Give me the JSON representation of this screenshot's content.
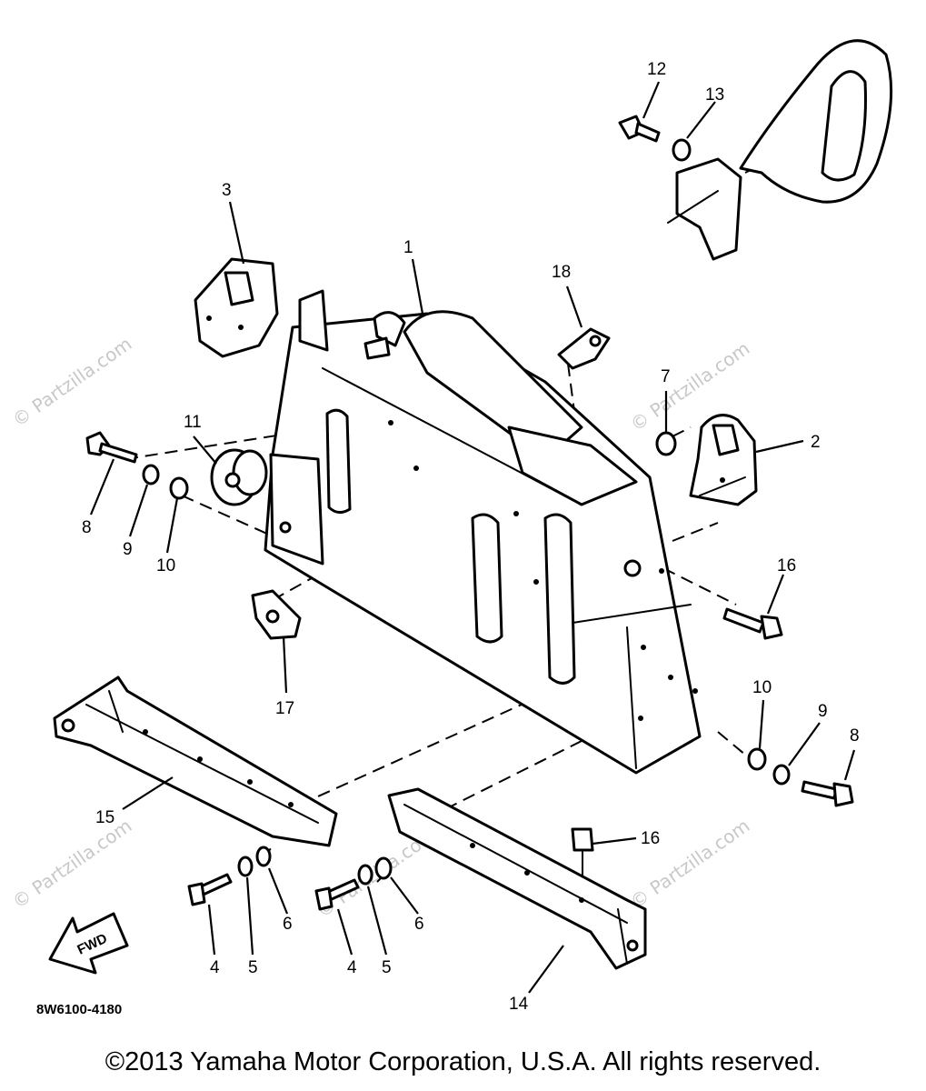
{
  "diagram_code": "8W6100-4180",
  "fwd_label": "FWD",
  "copyright": "©2013  Yamaha Motor Corporation, U.S.A. All rights reserved.",
  "watermark": "© Partzilla.com",
  "callouts": [
    "1",
    "2",
    "3",
    "4",
    "4",
    "5",
    "5",
    "6",
    "6",
    "7",
    "8",
    "8",
    "9",
    "9",
    "10",
    "10",
    "11",
    "12",
    "13",
    "14",
    "15",
    "16",
    "16",
    "17",
    "18"
  ]
}
